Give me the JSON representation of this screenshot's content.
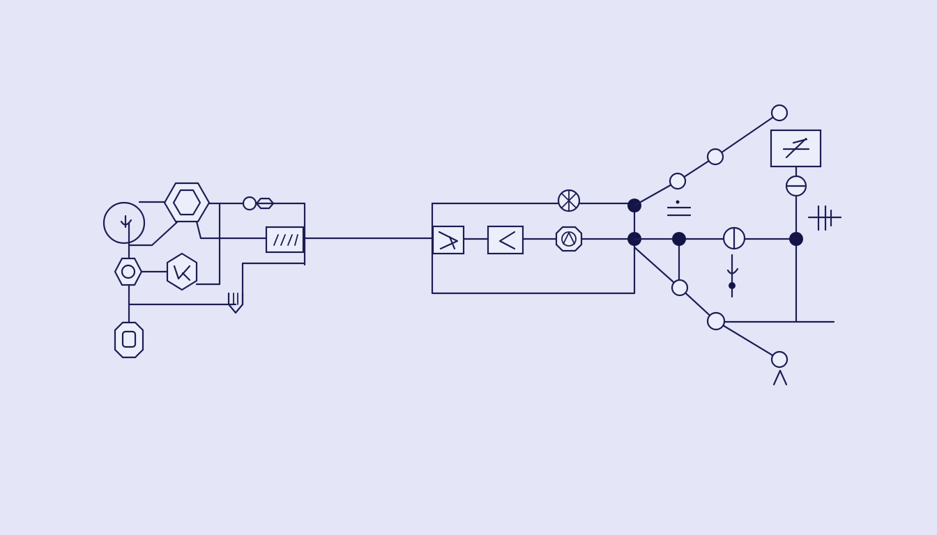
{
  "diagram": {
    "type": "schematic",
    "background": "#e4e6f8",
    "stroke_color": "#1c1d52",
    "components": [
      "source-symbol",
      "hexagon-block",
      "small-hexagon-block",
      "hexagon-x-block",
      "octagon-terminal",
      "pill-connector",
      "fuse-block",
      "ground-symbol",
      "x-box",
      "chevron-box",
      "x-circle",
      "octagon-circle",
      "junction-node",
      "open-node",
      "open-box",
      "minus-circle",
      "cross-circle",
      "probe-symbol",
      "capacitor-symbol",
      "arrow-glyph"
    ],
    "text": []
  }
}
